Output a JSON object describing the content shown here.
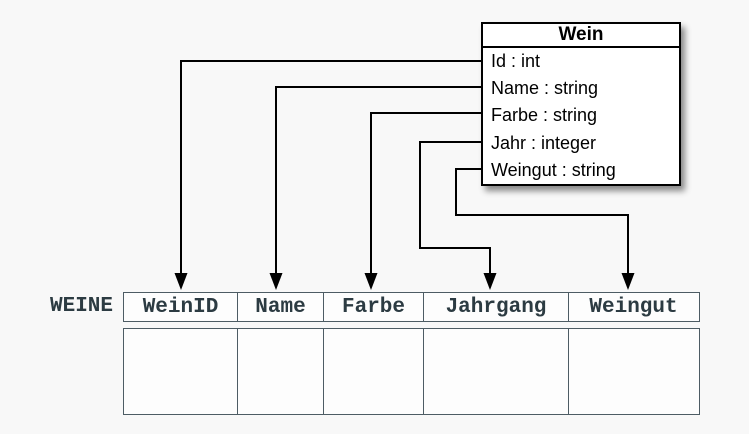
{
  "class_box": {
    "title": "Wein",
    "attributes": [
      "Id : int",
      "Name : string",
      "Farbe : string",
      "Jahr : integer",
      "Weingut : string"
    ]
  },
  "table": {
    "label": "WEINE",
    "columns": [
      "WeinID",
      "Name",
      "Farbe",
      "Jahrgang",
      "Weingut"
    ],
    "empty_body_rows": 1
  },
  "mappings": [
    {
      "from": "Id",
      "to": "WeinID"
    },
    {
      "from": "Name",
      "to": "Name"
    },
    {
      "from": "Farbe",
      "to": "Farbe"
    },
    {
      "from": "Jahr",
      "to": "Jahrgang"
    },
    {
      "from": "Weingut",
      "to": "Weingut"
    }
  ],
  "colors": {
    "background": "#f8f8f8",
    "box_fill": "#ffffff",
    "box_border": "#000000",
    "arrow": "#000000",
    "table_border": "#4d5c64",
    "table_text": "#2c3b42",
    "table_fill": "#fdfdfd"
  }
}
